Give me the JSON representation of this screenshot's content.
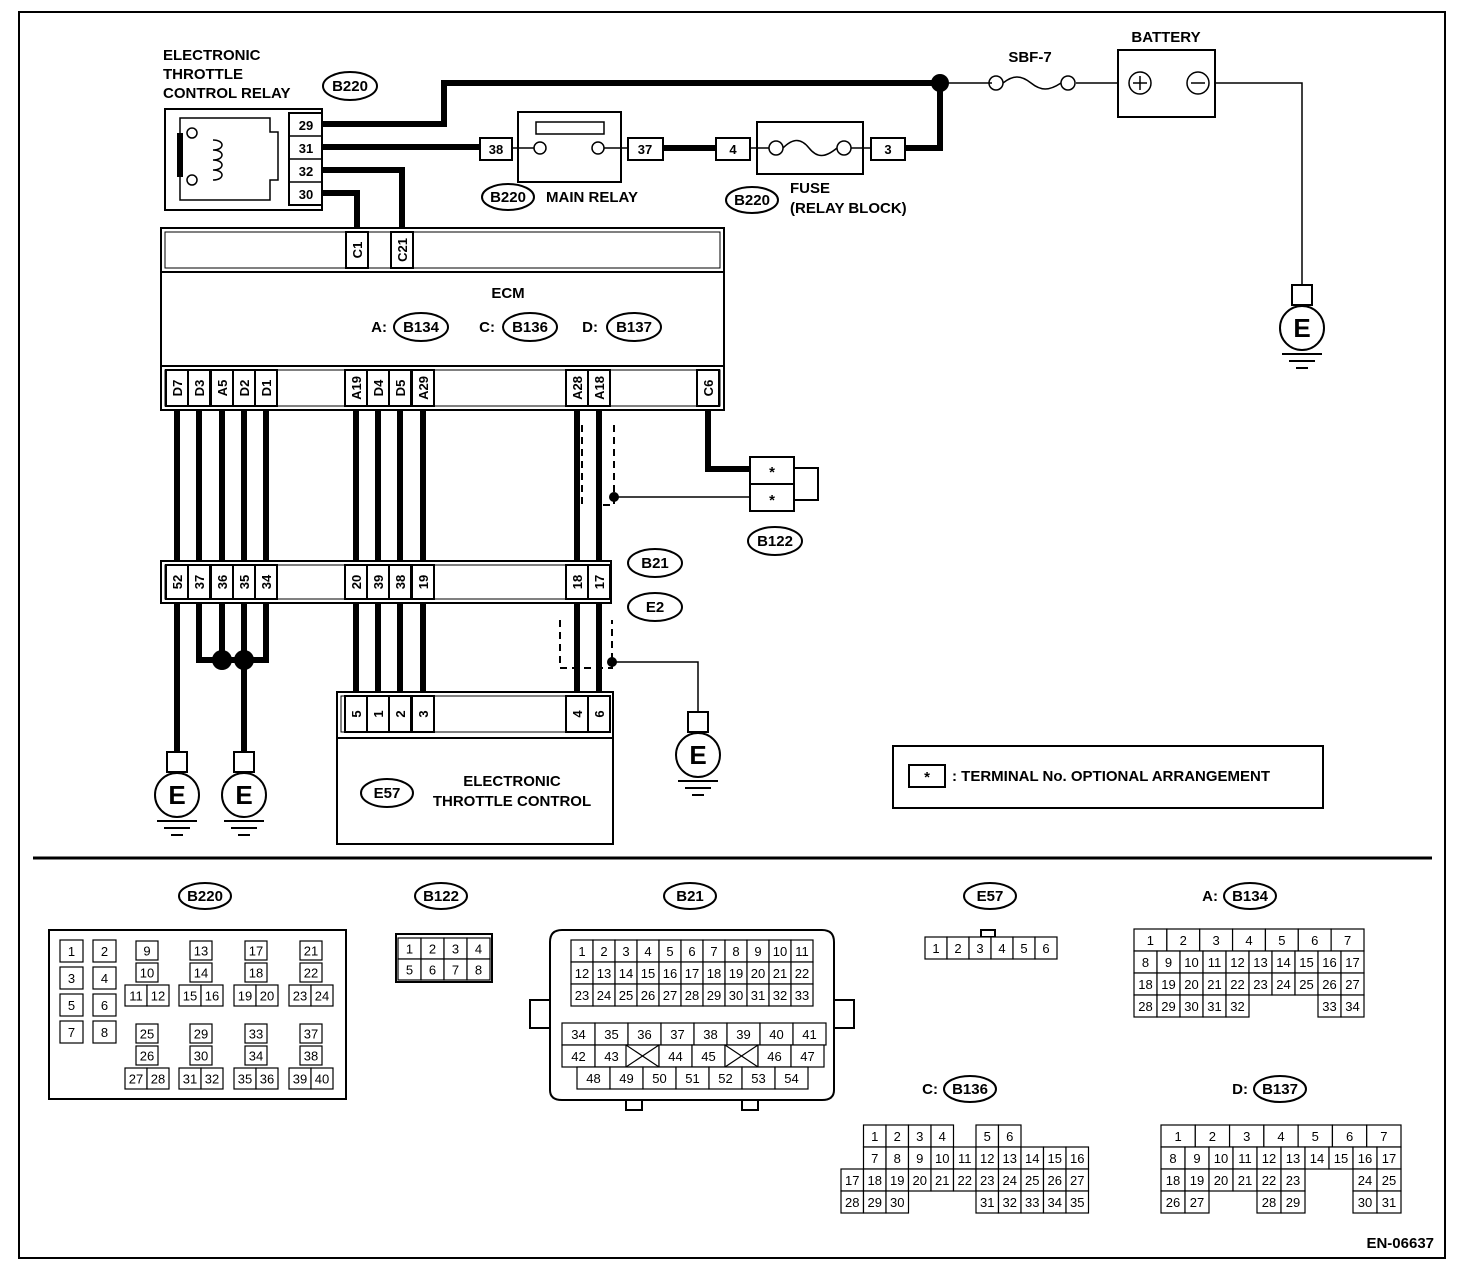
{
  "relay": {
    "title_lines": [
      "ELECTRONIC",
      "THROTTLE",
      "CONTROL RELAY"
    ],
    "code": "B220",
    "pins": [
      "29",
      "31",
      "32",
      "30"
    ]
  },
  "battery": {
    "label": "BATTERY",
    "plus": "+",
    "minus": "−"
  },
  "sbf": {
    "label": "SBF-7"
  },
  "main_relay": {
    "label": "MAIN RELAY",
    "code": "B220",
    "left_pin": "38",
    "right_pin": "37"
  },
  "fuse": {
    "label_lines": [
      "FUSE",
      "(RELAY BLOCK)"
    ],
    "code": "B220",
    "left_pin": "4",
    "right_pin": "3"
  },
  "ecm": {
    "label": "ECM",
    "connectors": [
      {
        "prefix": "A:",
        "code": "B134"
      },
      {
        "prefix": "C:",
        "code": "B136"
      },
      {
        "prefix": "D:",
        "code": "B137"
      }
    ],
    "top_pins": [
      "C1",
      "C21"
    ],
    "bottom_pins": [
      "D7",
      "D3",
      "A5",
      "D2",
      "D1",
      "A19",
      "D4",
      "D5",
      "A29",
      "A28",
      "A18",
      "C6"
    ]
  },
  "b122": {
    "code": "B122",
    "pins": [
      "*",
      "*"
    ]
  },
  "b21": {
    "codes": [
      "B21",
      "E2"
    ],
    "pins": [
      "52",
      "37",
      "36",
      "35",
      "34",
      "20",
      "39",
      "38",
      "19",
      "18",
      "17"
    ]
  },
  "etc": {
    "code": "E57",
    "label_lines": [
      "ELECTRONIC",
      "THROTTLE CONTROL"
    ],
    "pins": [
      "5",
      "1",
      "2",
      "3",
      "4",
      "6"
    ]
  },
  "ground": {
    "label": "E"
  },
  "legend": {
    "symbol": "*",
    "text": ": TERMINAL No. OPTIONAL ARRANGEMENT"
  },
  "views": {
    "b220": {
      "code": "B220",
      "pins": [
        "1",
        "2",
        "3",
        "4",
        "5",
        "6",
        "7",
        "8",
        "9",
        "10",
        "11",
        "12",
        "13",
        "14",
        "15",
        "16",
        "17",
        "18",
        "19",
        "20",
        "21",
        "22",
        "23",
        "24",
        "25",
        "26",
        "27",
        "28",
        "29",
        "30",
        "31",
        "32",
        "33",
        "34",
        "35",
        "36",
        "37",
        "38",
        "39",
        "40"
      ]
    },
    "b122": {
      "code": "B122",
      "rows": [
        [
          "1",
          "2",
          "3",
          "4"
        ],
        [
          "5",
          "6",
          "7",
          "8"
        ]
      ]
    },
    "b21": {
      "code": "B21",
      "rows": [
        [
          "1",
          "2",
          "3",
          "4",
          "5",
          "6",
          "7",
          "8",
          "9",
          "10",
          "11"
        ],
        [
          "12",
          "13",
          "14",
          "15",
          "16",
          "17",
          "18",
          "19",
          "20",
          "21",
          "22"
        ],
        [
          "23",
          "24",
          "25",
          "26",
          "27",
          "28",
          "29",
          "30",
          "31",
          "32",
          "33"
        ],
        [
          "34",
          "35",
          "36",
          "37",
          "38",
          "39",
          "40",
          "41"
        ],
        [
          "42",
          "43",
          "",
          "44",
          "45",
          "",
          "46",
          "47"
        ],
        [
          "48",
          "49",
          "50",
          "51",
          "52",
          "53",
          "54"
        ]
      ]
    },
    "e57": {
      "code": "E57",
      "pins": [
        "1",
        "2",
        "3",
        "4",
        "5",
        "6"
      ]
    },
    "b134": {
      "prefix": "A:",
      "code": "B134",
      "rows": [
        [
          "1",
          "2",
          "3",
          "4",
          "5",
          "6",
          "7"
        ],
        [
          "8",
          "9",
          "10",
          "11",
          "12",
          "13",
          "14",
          "15",
          "16",
          "17"
        ],
        [
          "18",
          "19",
          "20",
          "21",
          "22",
          "23",
          "24",
          "25",
          "26",
          "27"
        ],
        [
          "28",
          "29",
          "30",
          "31",
          "32",
          "",
          "",
          "",
          "33",
          "34"
        ]
      ]
    },
    "b136": {
      "prefix": "C:",
      "code": "B136",
      "rows": [
        [
          "",
          "1",
          "2",
          "3",
          "4",
          "",
          "5",
          "6"
        ],
        [
          "",
          "7",
          "8",
          "9",
          "10",
          "11",
          "12",
          "13",
          "14",
          "15",
          "16"
        ],
        [
          "17",
          "18",
          "19",
          "20",
          "21",
          "22",
          "23",
          "24",
          "25",
          "26",
          "27"
        ],
        [
          "28",
          "29",
          "30",
          "",
          "",
          "",
          "31",
          "32",
          "33",
          "34",
          "35"
        ]
      ]
    },
    "b137": {
      "prefix": "D:",
      "code": "B137",
      "rows": [
        [
          "1",
          "2",
          "3",
          "4",
          "5",
          "6",
          "7"
        ],
        [
          "8",
          "9",
          "10",
          "11",
          "12",
          "13",
          "14",
          "15",
          "16",
          "17"
        ],
        [
          "18",
          "19",
          "20",
          "21",
          "22",
          "23",
          "",
          "",
          "24",
          "25"
        ],
        [
          "26",
          "27",
          "",
          "",
          "28",
          "29",
          "",
          "",
          "30",
          "31"
        ]
      ]
    }
  },
  "doc_id": "EN-06637"
}
